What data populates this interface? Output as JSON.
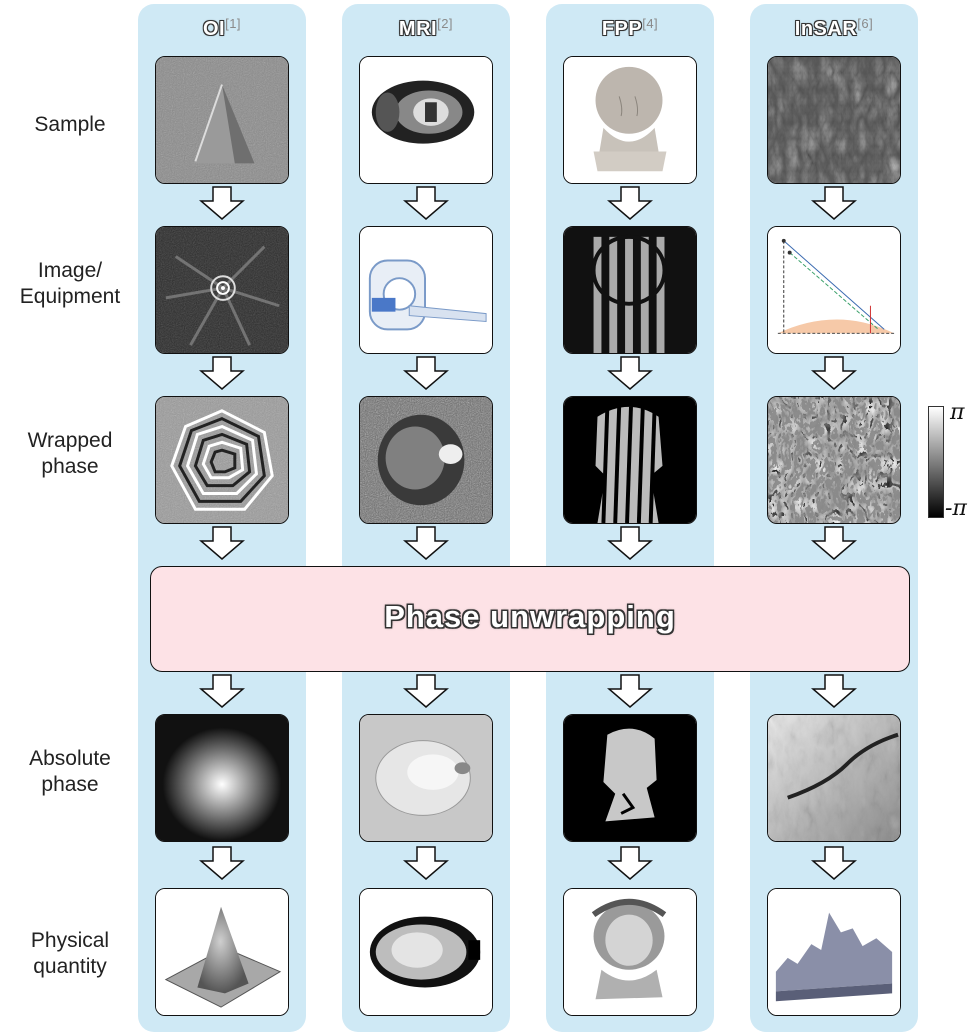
{
  "columns": [
    {
      "name": "OI",
      "ref": "[1]"
    },
    {
      "name": "MRI",
      "ref": "[2]"
    },
    {
      "name": "FPP",
      "ref": "[4]"
    },
    {
      "name": "InSAR",
      "ref": "[6]"
    }
  ],
  "rows": {
    "sample": "Sample",
    "image_line1": "Image/",
    "image_line2": "Equipment",
    "wrapped_line1": "Wrapped",
    "wrapped_line2": "phase",
    "absolute_line1": "Absolute",
    "absolute_line2": "phase",
    "physical_line1": "Physical",
    "physical_line2": "quantity"
  },
  "process": "Phase unwrapping",
  "colorbar": {
    "max_label": "π",
    "min_label": "-π"
  }
}
